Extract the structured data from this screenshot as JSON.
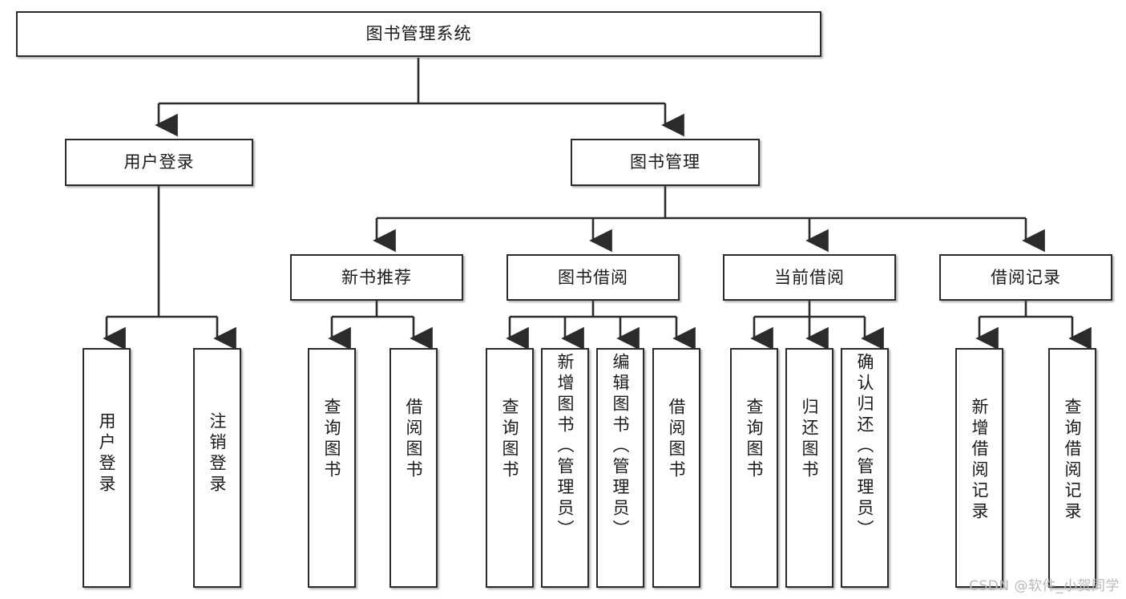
{
  "diagram": {
    "type": "tree-hierarchy-chart",
    "title": "图书管理系统",
    "orientation": "top-down",
    "box_fill": "#ffffff",
    "box_stroke": "#2b2b2b",
    "connector_color": "#2b2b2b"
  },
  "root": {
    "label": "图书管理系统"
  },
  "level2": [
    {
      "label": "用户登录"
    },
    {
      "label": "图书管理"
    }
  ],
  "level3": [
    {
      "label": "新书推荐"
    },
    {
      "label": "图书借阅"
    },
    {
      "label": "当前借阅"
    },
    {
      "label": "借阅记录"
    }
  ],
  "leaves": {
    "user_login": [
      {
        "label": "用户登录"
      },
      {
        "label": "注销登录"
      }
    ],
    "new_book_recommend": [
      {
        "label": "查询图书"
      },
      {
        "label": "借阅图书"
      }
    ],
    "book_borrow": [
      {
        "label": "查询图书"
      },
      {
        "label": "新增图书（管理员）"
      },
      {
        "label": "编辑图书（管理员）"
      },
      {
        "label": "借阅图书"
      }
    ],
    "current_borrow": [
      {
        "label": "查询图书"
      },
      {
        "label": "归还图书"
      },
      {
        "label": "确认归还（管理员）"
      }
    ],
    "borrow_record": [
      {
        "label": "新增借阅记录"
      },
      {
        "label": "查询借阅记录"
      }
    ]
  },
  "watermark": {
    "text": "CSDN @软件_小贺同学"
  }
}
